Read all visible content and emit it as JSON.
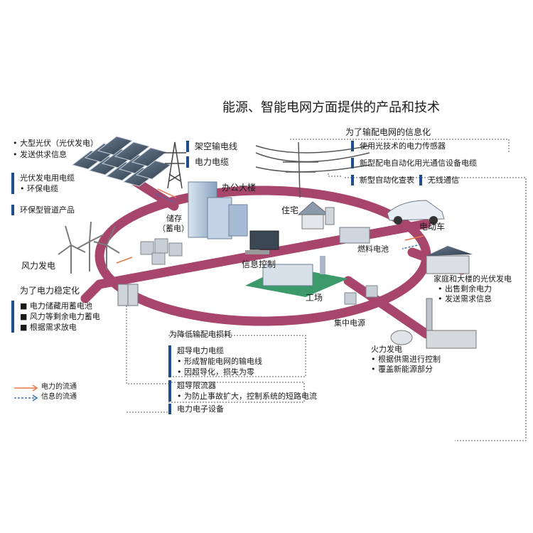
{
  "title": "能源、智能电网方面提供的产品和技术",
  "colors": {
    "ring": "#a8456b",
    "power_arrow": "#e8764a",
    "info_arrow": "#3f6fb5",
    "bar": "#1f4e8c"
  },
  "solar": {
    "line1": "• 大型光伏（光伏发电）",
    "line2": "• 发送供求信息"
  },
  "pv_cables": {
    "title": "光伏发电用电缆",
    "sub": "• 环保电缆"
  },
  "eco_pipe": "环保型管道产品",
  "wind_label": "风力发电",
  "stability": {
    "title": "为了电力稳定化",
    "items": [
      "■ 电力储藏用蓄电池",
      "■ 风力等剩余电力蓄电",
      "■ 根据需求放电"
    ]
  },
  "tower": {
    "item1": "架空输电线",
    "item2": "电力电缆"
  },
  "office": "办公大楼",
  "storage": {
    "line1": "储存",
    "line2": "（蓄电）"
  },
  "residence": "住宅",
  "fuel_cell": "燃料电池",
  "info_control": "信息控制",
  "factory": "工场",
  "ev": "电动车",
  "household_pv": {
    "title": "家庭和大楼的光伏发电",
    "items": [
      "• 出售剩余电力",
      "• 发送需求信息"
    ]
  },
  "central_power": "集中电源",
  "thermal": {
    "title": "火力发电",
    "items": [
      "• 根据供需进行控制",
      "• 覆盖新能源部分"
    ]
  },
  "info_dist": {
    "title": "为了输配电网的信息化",
    "items": [
      "使用光技术的电力传感器",
      "新型配电自动化用光通信设备电缆"
    ],
    "item3a": "新型自动化查表",
    "item3b": "无线通信"
  },
  "loss": {
    "title": "为降低输配电损耗",
    "sc_cable": {
      "title": "超导电力电缆",
      "items": [
        "• 形成智能电网的输电线",
        "• 因超导化，损失为零"
      ]
    },
    "limiter": {
      "title": "超导限流器",
      "items": [
        "• 为防止事故扩大，控制系统的短路电流"
      ]
    },
    "power_elec": "电力电子设备"
  },
  "legend": {
    "power": "电力的流通",
    "info": "信息的流通"
  }
}
